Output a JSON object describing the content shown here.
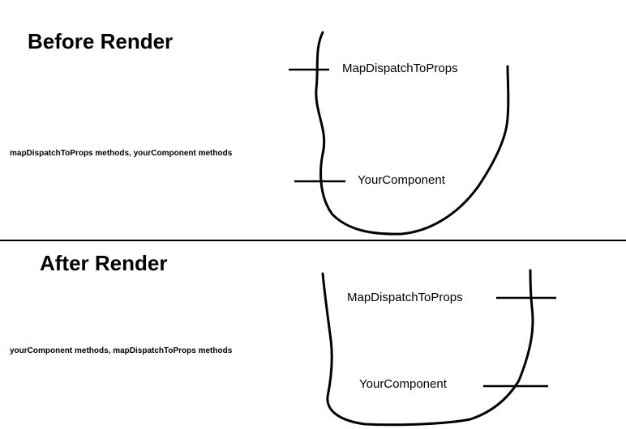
{
  "before": {
    "title": "Before Render",
    "order_note": "mapDispatchToProps methods, yourComponent methods",
    "labels": {
      "upper": "MapDispatchToProps",
      "lower": "YourComponent"
    }
  },
  "after": {
    "title": "After Render",
    "order_note": "yourComponent methods, mapDispatchToProps methods",
    "labels": {
      "upper": "MapDispatchToProps",
      "lower": "YourComponent"
    }
  },
  "colors": {
    "ink": "#000000",
    "background": "#ffffff"
  }
}
